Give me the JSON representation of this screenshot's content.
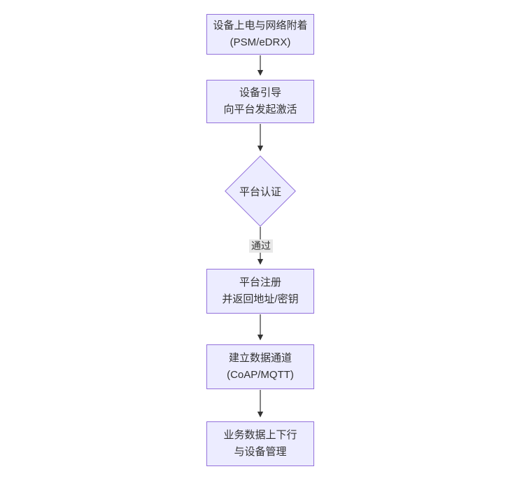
{
  "diagram": {
    "type": "flowchart",
    "direction": "top-down",
    "nodes": [
      {
        "shape": "rect",
        "lines": [
          "设备上电与网络附着",
          "(PSM/eDRX)"
        ]
      },
      {
        "shape": "rect",
        "lines": [
          "设备引导",
          "向平台发起激活"
        ]
      },
      {
        "shape": "diamond",
        "lines": [
          "平台认证"
        ]
      },
      {
        "shape": "rect",
        "lines": [
          "平台注册",
          "并返回地址/密钥"
        ]
      },
      {
        "shape": "rect",
        "lines": [
          "建立数据通道",
          "(CoAP/MQTT)"
        ]
      },
      {
        "shape": "rect",
        "lines": [
          "业务数据上下行",
          "与设备管理"
        ]
      }
    ],
    "edges": [
      {
        "from": 0,
        "to": 1,
        "label": ""
      },
      {
        "from": 1,
        "to": 2,
        "label": ""
      },
      {
        "from": 2,
        "to": 3,
        "label": "通过"
      },
      {
        "from": 3,
        "to": 4,
        "label": ""
      },
      {
        "from": 4,
        "to": 5,
        "label": ""
      }
    ],
    "colors": {
      "node_fill": "#ECECFF",
      "node_border": "#9370DB",
      "arrow": "#333333",
      "edge_label_bg": "#e8e8e8",
      "text": "#333333",
      "background": "#ffffff"
    }
  }
}
